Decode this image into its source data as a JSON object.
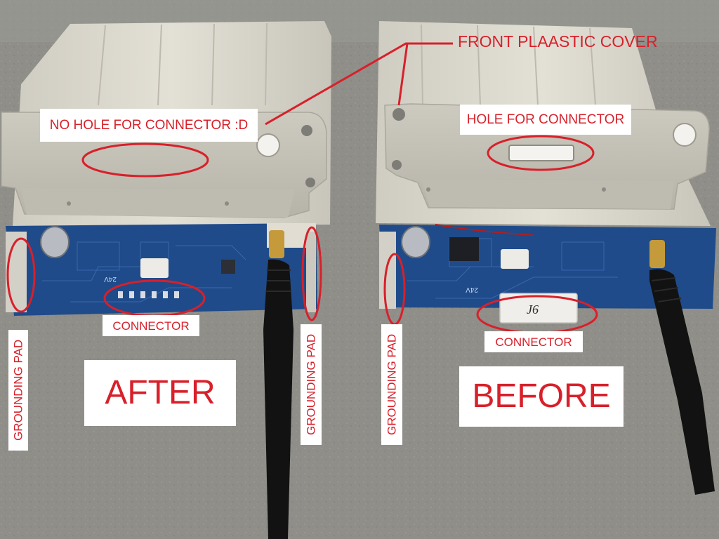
{
  "annotations": {
    "front_cover": "FRONT PLAASTIC COVER",
    "no_hole": "NO HOLE FOR CONNECTOR :D",
    "hole": "HOLE FOR CONNECTOR",
    "connector_left": "CONNECTOR",
    "connector_right": "CONNECTOR",
    "grounding_left_outer": "GROUNDING PAD",
    "grounding_left_inner": "GROUNDING PAD",
    "grounding_right": "GROUNDING PAD",
    "after": "AFTER",
    "before": "BEFORE"
  },
  "pcb_silkscreen": {
    "left_voltage": "24V",
    "right_voltage": "24V",
    "connector_marking": "J6"
  },
  "colors": {
    "annotation_red": "#d8202a",
    "pcb_blue": "#1f4b8a",
    "housing": "#d9d6cc",
    "cover": "#c9c6bc",
    "table": "#8f8e89"
  }
}
